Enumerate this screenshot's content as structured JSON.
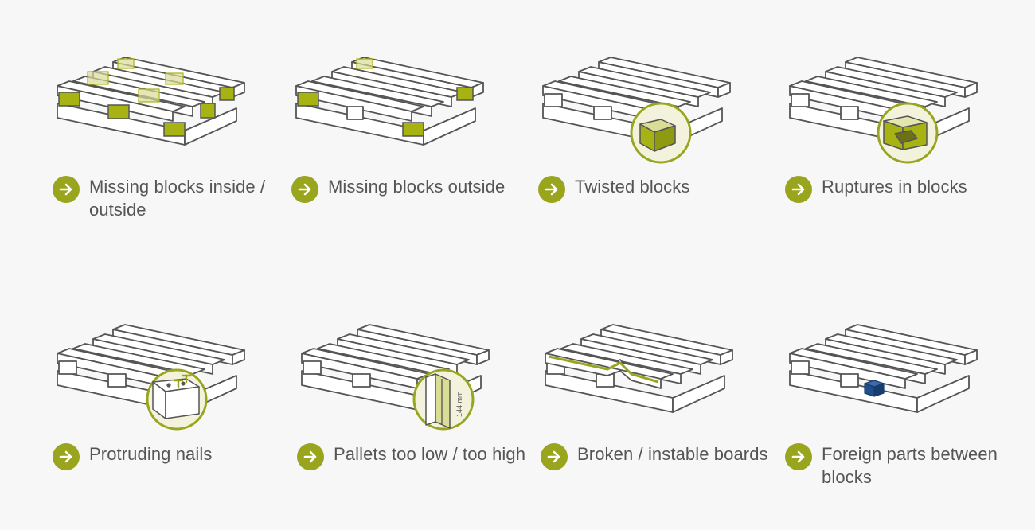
{
  "colors": {
    "accent": "#98a51d",
    "accent_fill": "#a7b313",
    "foreign_part": "#1f4e8c",
    "outline": "#555555",
    "board": "#ffffff",
    "text": "#555555",
    "background": "#f7f7f7"
  },
  "defects": [
    {
      "id": "missing-blocks-inside-outside",
      "label": "Missing blocks inside / outside",
      "icon": "arrow-right-icon"
    },
    {
      "id": "missing-blocks-outside",
      "label": "Missing blocks outside",
      "icon": "arrow-right-icon"
    },
    {
      "id": "twisted-blocks",
      "label": "Twisted blocks",
      "icon": "arrow-right-icon"
    },
    {
      "id": "ruptures-in-blocks",
      "label": "Ruptures in blocks",
      "icon": "arrow-right-icon"
    },
    {
      "id": "protruding-nails",
      "label": "Protruding nails",
      "icon": "arrow-right-icon"
    },
    {
      "id": "pallets-too-low-too-high",
      "label": "Pallets too low / too high",
      "icon": "arrow-right-icon",
      "dimension_label": "144 mm"
    },
    {
      "id": "broken-instable-boards",
      "label": "Broken / instable boards",
      "icon": "arrow-right-icon"
    },
    {
      "id": "foreign-parts-between-blocks",
      "label": "Foreign parts between blocks",
      "icon": "arrow-right-icon"
    }
  ]
}
